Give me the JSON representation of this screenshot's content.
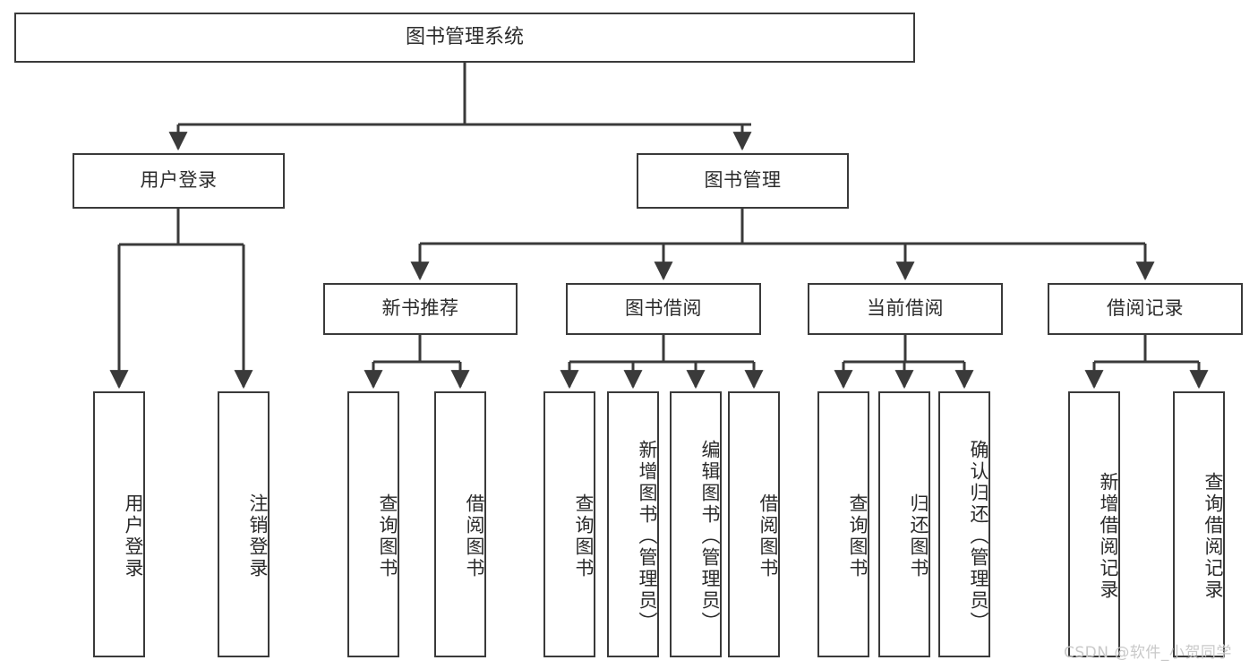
{
  "diagram": {
    "title": "图书管理系统",
    "type": "hierarchy-tree",
    "watermark": "CSDN @软件_小贺同学",
    "colors": {
      "stroke": "#3a3a3a",
      "text": "#2b2b2b",
      "background": "#ffffff",
      "watermark": "#c9c9c9"
    },
    "nodes": {
      "root": {
        "label": "图书管理系统"
      },
      "level1": [
        {
          "id": "user_login",
          "label": "用户登录"
        },
        {
          "id": "book_manage",
          "label": "图书管理"
        }
      ],
      "level2": [
        {
          "id": "new_book_rec",
          "label": "新书推荐"
        },
        {
          "id": "book_borrow",
          "label": "图书借阅"
        },
        {
          "id": "current_borrow",
          "label": "当前借阅"
        },
        {
          "id": "borrow_record",
          "label": "借阅记录"
        }
      ],
      "leaves": {
        "user_login": [
          {
            "id": "leaf_user_login",
            "label": "用户登录"
          },
          {
            "id": "leaf_user_logout",
            "label": "注销登录"
          }
        ],
        "new_book_rec": [
          {
            "id": "leaf_query_book_1",
            "label": "查询图书"
          },
          {
            "id": "leaf_borrow_book_1",
            "label": "借阅图书"
          }
        ],
        "book_borrow": [
          {
            "id": "leaf_query_book_2",
            "label": "查询图书"
          },
          {
            "id": "leaf_add_book",
            "label": "新增图书（管理员）"
          },
          {
            "id": "leaf_edit_book",
            "label": "编辑图书（管理员）"
          },
          {
            "id": "leaf_borrow_book_2",
            "label": "借阅图书"
          }
        ],
        "current_borrow": [
          {
            "id": "leaf_query_book_3",
            "label": "查询图书"
          },
          {
            "id": "leaf_return_book",
            "label": "归还图书"
          },
          {
            "id": "leaf_confirm_return",
            "label": "确认归还（管理员）"
          }
        ],
        "borrow_record": [
          {
            "id": "leaf_add_record",
            "label": "新增借阅记录"
          },
          {
            "id": "leaf_query_record",
            "label": "查询借阅记录"
          }
        ]
      }
    }
  }
}
